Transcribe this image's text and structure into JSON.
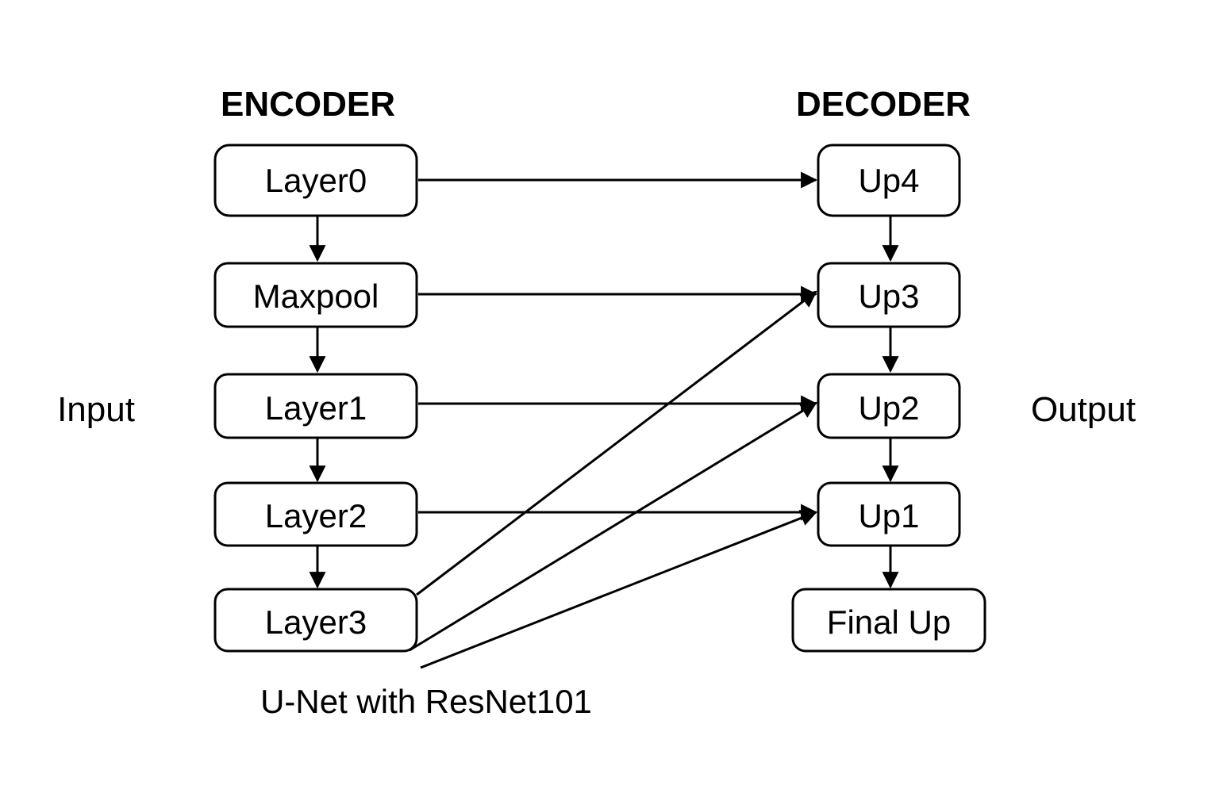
{
  "headings": {
    "encoder": "ENCODER",
    "decoder": "DECODER"
  },
  "side_labels": {
    "input": "Input",
    "output": "Output"
  },
  "caption": "U-Net with ResNet101",
  "encoder_blocks": [
    "Layer0",
    "Maxpool",
    "Layer1",
    "Layer2",
    "Layer3"
  ],
  "decoder_blocks": [
    "Up4",
    "Up3",
    "Up2",
    "Up1",
    "Final Up"
  ],
  "connections": [
    {
      "from": "Layer0",
      "to": "Maxpool"
    },
    {
      "from": "Maxpool",
      "to": "Layer1"
    },
    {
      "from": "Layer1",
      "to": "Layer2"
    },
    {
      "from": "Layer2",
      "to": "Layer3"
    },
    {
      "from": "Up4",
      "to": "Up3"
    },
    {
      "from": "Up3",
      "to": "Up2"
    },
    {
      "from": "Up2",
      "to": "Up1"
    },
    {
      "from": "Up1",
      "to": "Final Up"
    },
    {
      "from": "Layer0",
      "to": "Up4"
    },
    {
      "from": "Maxpool",
      "to": "Up3"
    },
    {
      "from": "Layer1",
      "to": "Up2"
    },
    {
      "from": "Layer2",
      "to": "Up1"
    },
    {
      "from": "Layer3",
      "to": "Up3"
    },
    {
      "from": "Layer3",
      "to": "Up2"
    },
    {
      "from": "U-Net with ResNet101",
      "to": "Up1"
    }
  ]
}
